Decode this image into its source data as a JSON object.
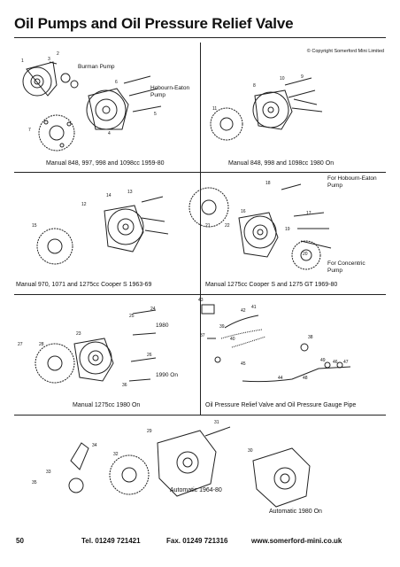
{
  "page": {
    "title": "Oil Pumps and Oil Pressure Relief Valve",
    "copyright": "© Copyright Somerford Mini Limited",
    "page_number": "50",
    "phone": "Tel. 01249 721421",
    "fax": "Fax. 01249 721316",
    "website": "www.somerford-mini.co.uk"
  },
  "captions": {
    "p1": "Manual 848, 997, 998 and 1098cc 1959-80",
    "p2": "Manual 848, 998 and 1098cc 1980 On",
    "p3": "Manual 970, 1071 and 1275cc Cooper S 1963-69",
    "p4": "Manual 1275cc Cooper S and 1275 GT 1969-80",
    "p5": "Manual 1275cc 1980 On",
    "p6": "Oil Pressure Relief Valve and Oil Pressure Gauge Pipe",
    "p7": "Automatic 1964-80",
    "p8": "Automatic 1980 On"
  },
  "labels": {
    "burman": "Burman Pump",
    "hobourn1": "Hobourn-Eaton",
    "hobourn2": "Pump",
    "forhob1": "For Hobourn-Eaton",
    "forhob2": "Pump",
    "forcon1": "For Concentric",
    "forcon2": "Pump",
    "y1980": "1980",
    "y1990": "1990 On"
  },
  "part_numbers": {
    "n1": "1",
    "n2": "2",
    "n3": "3",
    "n4": "4",
    "n5": "5",
    "n6": "6",
    "n7": "7",
    "n8": "8",
    "n9": "9",
    "n10": "10",
    "n11": "11",
    "n12": "12",
    "n13": "13",
    "n14": "14",
    "n15": "15",
    "n16": "16",
    "n17": "17",
    "n18": "18",
    "n19": "19",
    "n20": "20",
    "n21": "21",
    "n22": "22",
    "n23": "23",
    "n24": "24",
    "n25": "25",
    "n26": "26",
    "n27": "27",
    "n28": "28",
    "n29": "29",
    "n30": "30",
    "n31": "31",
    "n32": "32",
    "n33": "33",
    "n34": "34",
    "n35": "35",
    "n36": "36",
    "n37": "37",
    "n38": "38",
    "n39": "39",
    "n40": "40",
    "n41": "41",
    "n42": "42",
    "n43": "43",
    "n44": "44",
    "n45": "45",
    "n46": "46",
    "n47": "47",
    "n48": "48",
    "n49": "49"
  }
}
